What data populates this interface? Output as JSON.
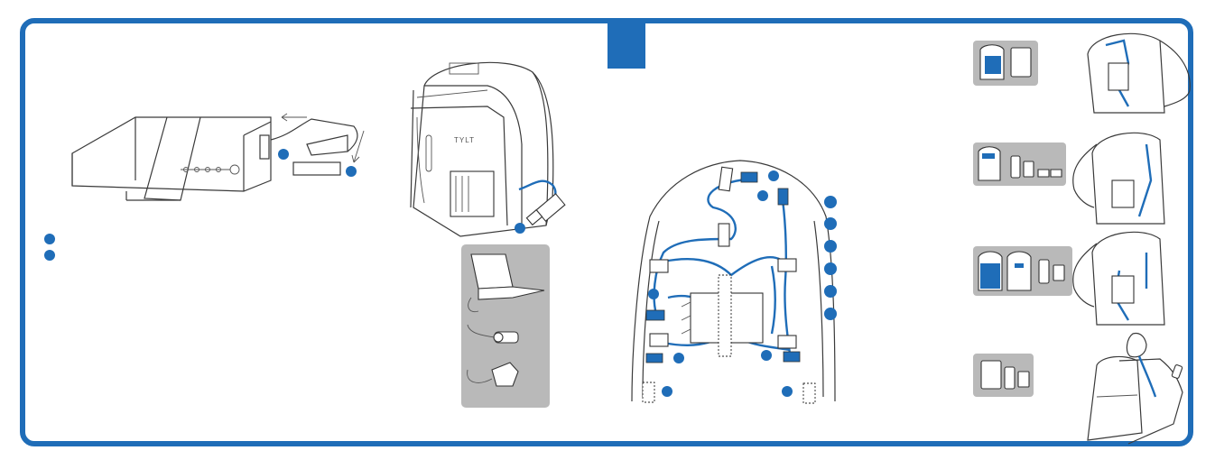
{
  "brand": {
    "logo_text": "TYLT"
  },
  "accent_color": "#1f6db8",
  "panel_color": "#b9b9b9",
  "left_legend": {
    "markers": 2
  },
  "right_legend": {
    "markers": 6
  },
  "usage_examples": {
    "icons": [
      [
        "backpack-icon",
        "tablet-icon"
      ],
      [
        "backpack-icon",
        "phone-icon",
        "music-player-icon",
        "glasses-icon"
      ],
      [
        "backpack-icon",
        "backpack-icon",
        "phone-icon",
        "music-player-icon"
      ],
      [
        "tablet-icon",
        "phone-icon",
        "music-player-icon"
      ]
    ]
  },
  "charging_sources": [
    "laptop-icon",
    "car-charger-icon",
    "wall-adapter-icon"
  ]
}
